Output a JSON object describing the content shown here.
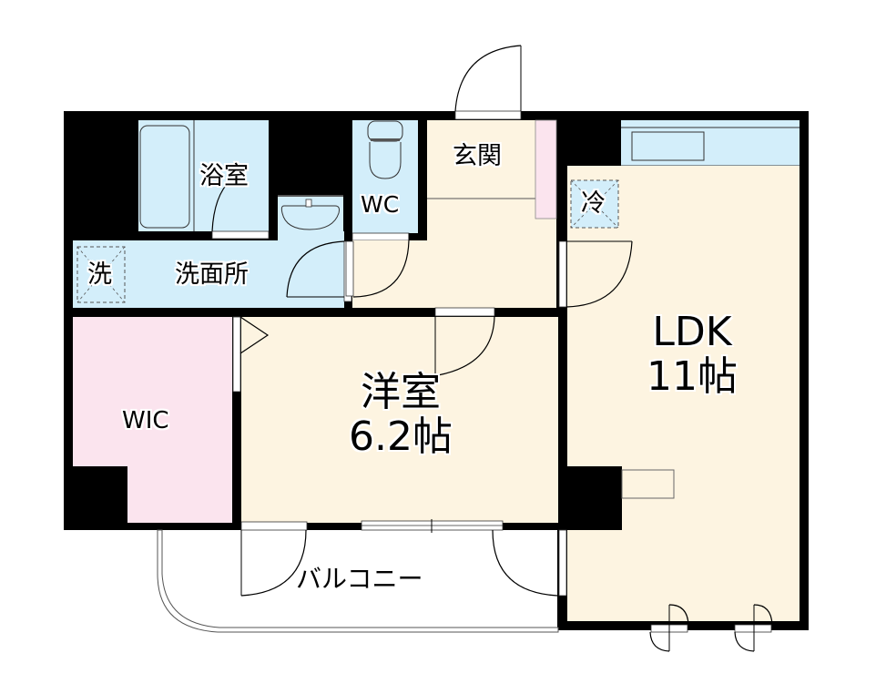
{
  "floor_plan": {
    "colors": {
      "wall": "#000000",
      "wet_area": "#d3eefa",
      "living_area": "#fdf4e1",
      "closet_area": "#fbe4ee",
      "balcony": "#ffffff",
      "fixture_outline": "#333333"
    },
    "rooms": {
      "bathroom": {
        "label": "浴室"
      },
      "washroom": {
        "label": "洗面所"
      },
      "washer_space": {
        "label": "洗"
      },
      "toilet": {
        "label": "WC"
      },
      "entrance": {
        "label": "玄関"
      },
      "fridge_space": {
        "label": "冷"
      },
      "ldk": {
        "label": "LDK",
        "size": "11帖"
      },
      "western_room": {
        "label": "洋室",
        "size": "6.2帖"
      },
      "walk_in_closet": {
        "label": "WIC"
      },
      "balcony": {
        "label": "バルコニー"
      }
    }
  }
}
